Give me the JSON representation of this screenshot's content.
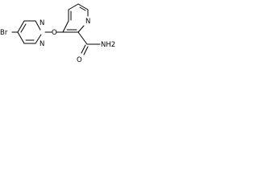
{
  "molecule": {
    "atoms": {
      "br": "Br",
      "n_pyrimidine_top": "N",
      "n_pyrimidine_bottom": "N",
      "o_ether": "O",
      "n_pyridine": "N",
      "o_carbonyl": "O",
      "nh2": "NH2"
    },
    "colors": {
      "bond": "#000000",
      "label": "#000000",
      "background": "#ffffff"
    }
  }
}
